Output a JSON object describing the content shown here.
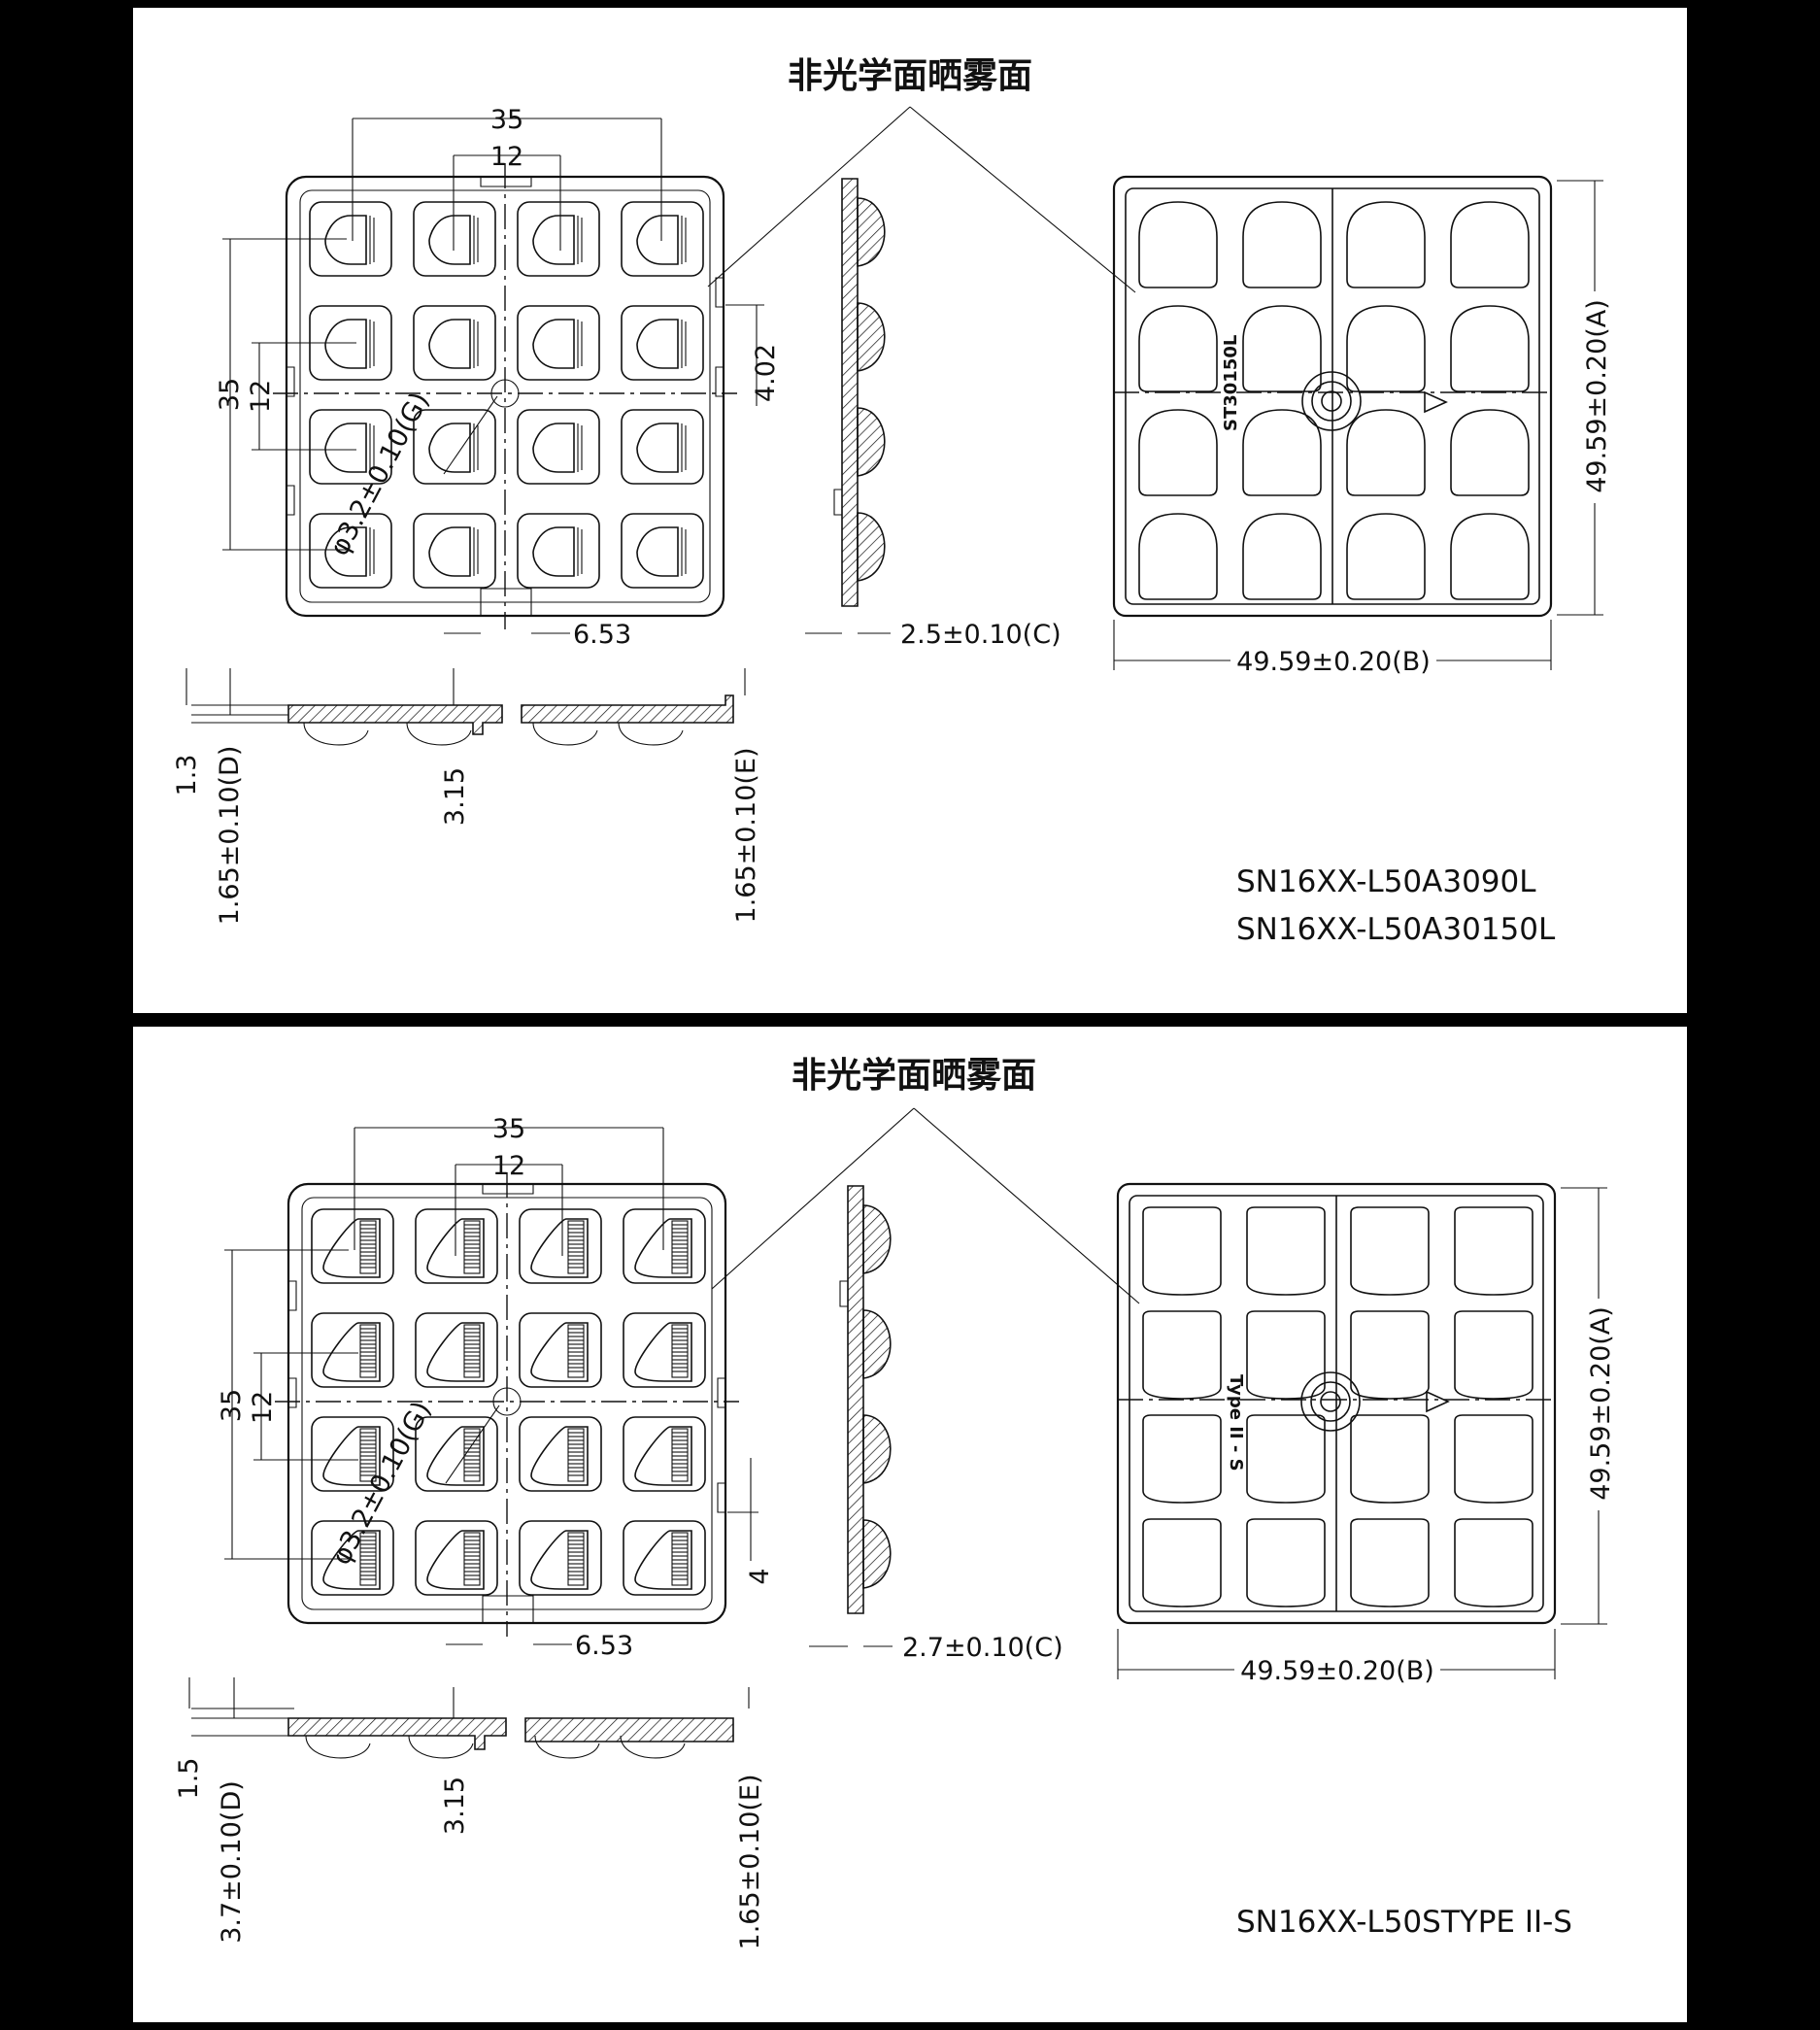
{
  "sheets": [
    {
      "callout": "非光学面晒雾面",
      "dims": {
        "pitch_total": "35",
        "pitch": "12",
        "pitch_total_v": "35",
        "pitch_v": "12",
        "tab": "4.02",
        "hole": "φ3.2±0.10(G)",
        "notch": "6.53",
        "thickness": "2.5±0.10(C)",
        "height": "49.59±0.20(A)",
        "width": "49.59±0.20(B)",
        "d1": "1.3",
        "d2": "1.65±0.10(D)",
        "d3": "3.15",
        "d4": "1.65±0.10(E)"
      },
      "part_mark": "ST30150L",
      "models": [
        "SN16XX-L50A3090L",
        "SN16XX-L50A30150L"
      ]
    },
    {
      "callout": "非光学面晒雾面",
      "dims": {
        "pitch_total": "35",
        "pitch": "12",
        "pitch_total_v": "35",
        "pitch_v": "12",
        "tab": "4",
        "hole": "φ3.2±0.10(G)",
        "notch": "6.53",
        "thickness": "2.7±0.10(C)",
        "height": "49.59±0.20(A)",
        "width": "49.59±0.20(B)",
        "d1": "1.5",
        "d2": "3.7±0.10(D)",
        "d3": "3.15",
        "d4": "1.65±0.10(E)"
      },
      "part_mark": "Type II - S",
      "models": [
        "SN16XX-L50STYPE II-S"
      ]
    }
  ]
}
